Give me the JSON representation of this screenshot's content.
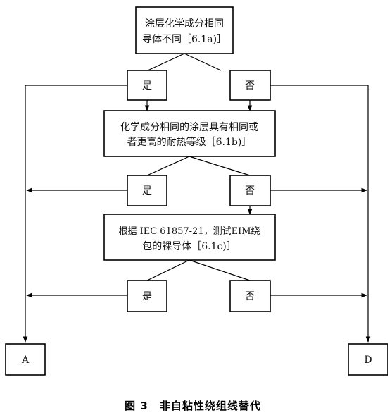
{
  "decision1": {
    "line1": "涂层化学成分相同",
    "line2": "导体不同［6.1a)］",
    "yes": "是",
    "no": "否"
  },
  "decision2": {
    "line1": "化学成分相同的涂层具有相同或",
    "line2": "者更高的耐热等级［6.1b)］",
    "yes": "是",
    "no": "否"
  },
  "decision3": {
    "line1": "根据 IEC 61857-21，测试EIM绕",
    "line2": "包的裸导体［6.1c)］",
    "yes": "是",
    "no": "否"
  },
  "outcomes": {
    "a": "A",
    "d": "D"
  },
  "caption": "图 3　非自粘性绕组线替代",
  "colors": {
    "stroke": "#000000",
    "background": "#ffffff"
  }
}
